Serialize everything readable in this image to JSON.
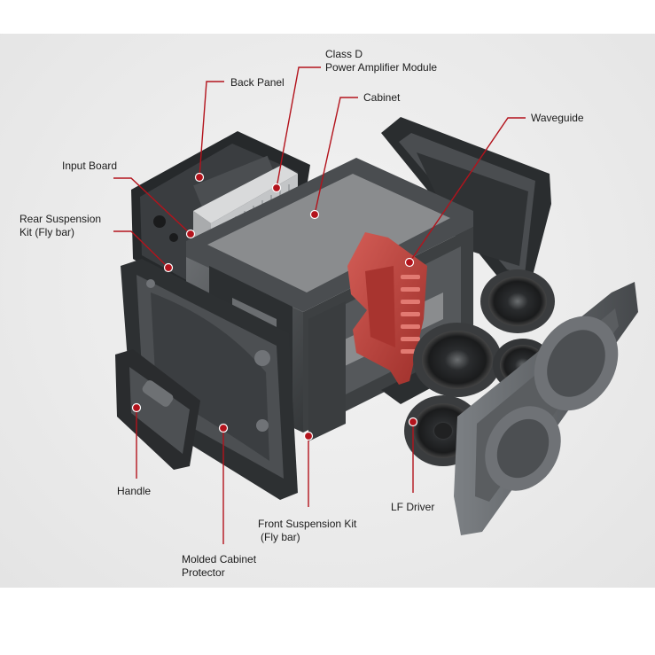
{
  "callouts": {
    "back_panel": "Back Panel",
    "class_d_line1": "Class D",
    "class_d_line2": "Power Amplifier Module",
    "cabinet": "Cabinet",
    "waveguide": "Waveguide",
    "input_board": "Input Board",
    "rear_suspension_line1": "Rear Suspension",
    "rear_suspension_line2": "Kit (Fly bar)",
    "handle": "Handle",
    "lf_driver": "LF Driver",
    "front_suspension_line1": "Front Suspension Kit",
    "front_suspension_line2": "(Fly bar)",
    "molded_line1": "Molded Cabinet",
    "molded_line2": "Protector"
  },
  "colors": {
    "leader": "#b3131c",
    "waveguide": "#c0433d",
    "cabinet_dark": "#3d4042",
    "cabinet_mid": "#5a5d60",
    "foam": "#8a8c8e"
  }
}
